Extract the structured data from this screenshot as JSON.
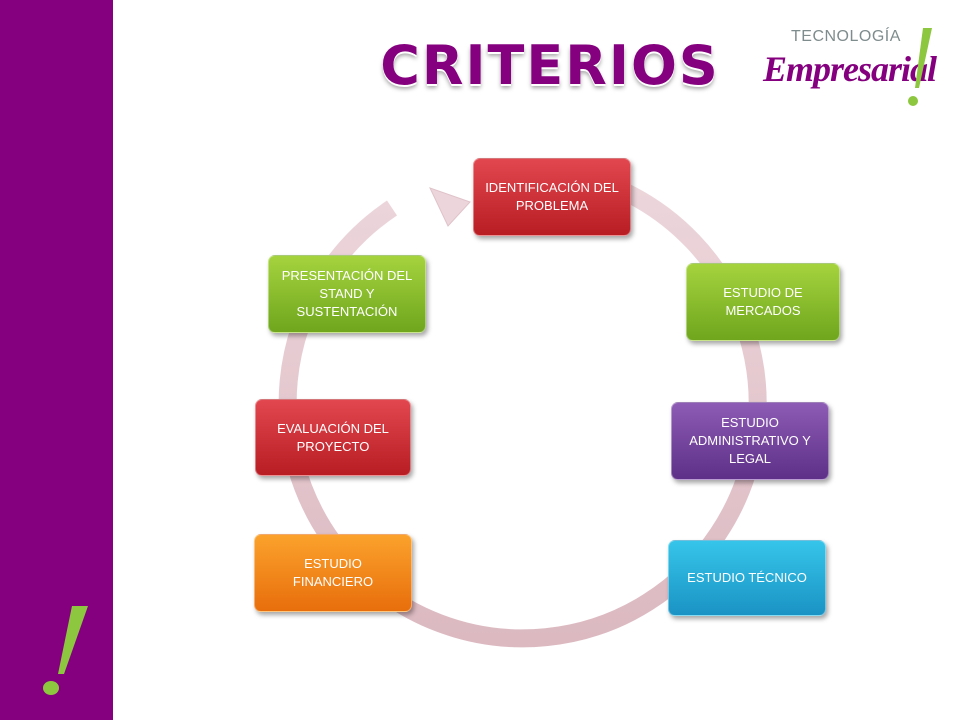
{
  "title": "CRITERIOS",
  "logo": {
    "top_text": "TECNOLOGÍA",
    "main_text": "Empresarial",
    "accent": "#8dc63f"
  },
  "colors": {
    "sidebar": "#84007e",
    "cycle_arrow": "#e3c6cd"
  },
  "icons": {
    "sidebar_mark": "exclamation-icon",
    "logo_mark": "exclamation-icon"
  },
  "steps": [
    {
      "label": "IDENTIFICACIÓN DEL PROBLEMA",
      "color": "red"
    },
    {
      "label": "ESTUDIO DE MERCADOS",
      "color": "green"
    },
    {
      "label": "ESTUDIO ADMINISTRATIVO Y LEGAL",
      "color": "purple"
    },
    {
      "label": "ESTUDIO TÉCNICO",
      "color": "cyan"
    },
    {
      "label": "ESTUDIO FINANCIERO",
      "color": "orange"
    },
    {
      "label": "EVALUACIÓN DEL PROYECTO",
      "color": "red"
    },
    {
      "label": "PRESENTACIÓN DEL STAND Y SUSTENTACIÓN",
      "color": "green"
    }
  ]
}
